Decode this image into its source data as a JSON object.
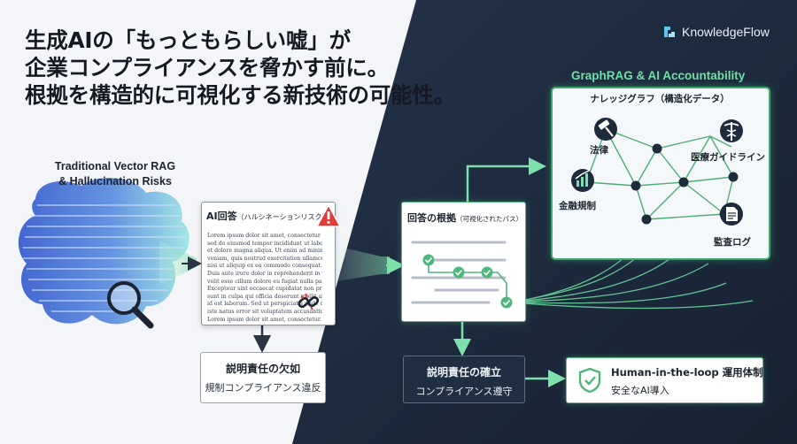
{
  "headline": {
    "line1": "生成AIの「もっともらしい嘘」が",
    "line2": "企業コンプライアンスを脅かす前に。",
    "line3": "根拠を構造的に可視化する新技術の可能性。"
  },
  "brand": {
    "name": "KnowledgeFlow",
    "icon": "knowledgeflow-logo-icon"
  },
  "traditional": {
    "title_line1": "Traditional Vector RAG",
    "title_line2": "& Hallucination Risks",
    "icons": [
      "text-cloud-icon",
      "magnifier-icon"
    ]
  },
  "ai_answer": {
    "title": "AI回答",
    "subtitle": "（ハルシネーションリスク）",
    "lines": [
      "Lorem ipsum dolor sit amet, consectetur adipiscing elit,",
      "sed do eiusmod tempor incididunt ut labore",
      "et dolore magna aliqua. Ut enim ad minim",
      "veniam, quis nostrud exercitation ullamco laboris",
      "nisi ut aliquip ex ea commodo consequat.",
      "Duis aute irure dolor in reprehenderit in voluptate",
      "velit esse cillum dolore eu fugiat nulla pariatur.",
      "Excepteur sint occaecat cupidatat non proident,",
      "sunt in culpa qui officia deserunt mollit anim",
      "id est laborum. Sed ut perspiciatis unde omnis",
      "iste natus error sit voluptatem accusantium.",
      "Lorem ipsum dolor sit amet, consectetur."
    ],
    "icons": [
      "warning-icon",
      "broken-link-icon"
    ]
  },
  "basis": {
    "title": "回答の根拠",
    "subtitle": "（可視化されたパス）",
    "icons": [
      "check-icon"
    ]
  },
  "graph_panel": {
    "title": "GraphRAG & AI Accountability",
    "card_title": "ナレッジグラフ（構造化データ）",
    "nodes": {
      "law": "法律",
      "medical": "医療ガイドライン",
      "finance": "金融規制",
      "audit": "監査ログ"
    },
    "icons": [
      "gavel-icon",
      "caduceus-icon",
      "bar-chart-icon",
      "document-icon"
    ]
  },
  "outcomes": {
    "lack_title": "説明責任の欠如",
    "lack_sub": "規制コンプライアンス違反",
    "establish_title": "説明責任の確立",
    "establish_sub": "コンプライアンス遵守",
    "hitl_title": "Human-in-the-loop 運用体制",
    "hitl_sub": "安全なAI導入",
    "icons": [
      "shield-check-icon"
    ]
  },
  "colors": {
    "dark_bg": "#1e2a3a",
    "accent_green": "#5fd69a",
    "warning_red": "#e03a3a",
    "light_bg": "#f3f5f8"
  }
}
